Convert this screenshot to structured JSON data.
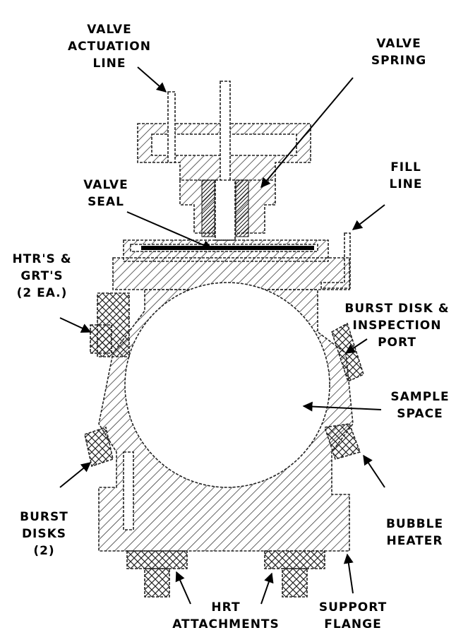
{
  "labels": {
    "valve_actuation_line": [
      "VALVE",
      "ACTUATION",
      "LINE"
    ],
    "valve_spring": [
      "VALVE",
      "SPRING"
    ],
    "fill_line": [
      "FILL",
      "LINE"
    ],
    "valve_seal": [
      "VALVE",
      "SEAL"
    ],
    "htrs_grts": [
      "HTR'S &",
      "GRT'S",
      "(2 EA.)"
    ],
    "burst_disk_inspection": [
      "BURST DISK &",
      "INSPECTION",
      "PORT"
    ],
    "sample_space": [
      "SAMPLE",
      "SPACE"
    ],
    "burst_disks": [
      "BURST",
      "DISKS",
      "(2)"
    ],
    "bubble_heater": [
      "BUBBLE",
      "HEATER"
    ],
    "hrt_attachments": [
      "HRT",
      "ATTACHMENTS"
    ],
    "support_flange": [
      "SUPPORT",
      "FLANGE"
    ]
  }
}
